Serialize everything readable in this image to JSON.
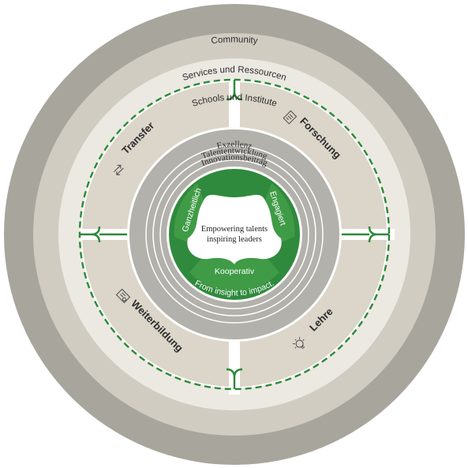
{
  "rings": {
    "community": "Community",
    "services": "Services und Ressourcen",
    "schools": "Schools und Institute"
  },
  "quadrants": {
    "transfer": {
      "label": "Transfer",
      "icon": "transfer-arrows-icon"
    },
    "forschung": {
      "label": "Forschung",
      "icon": "document-icon"
    },
    "weiterbildung": {
      "label": "Weiterbildung",
      "icon": "certificate-icon"
    },
    "lehre": {
      "label": "Lehre",
      "icon": "lightbulb-icon"
    }
  },
  "inner_rings": {
    "exzellenz": "Exzellenz",
    "talent": "Talententwicklung",
    "innovation": "Innovationsbeitrag"
  },
  "values": {
    "ganzheitlich": "Ganzheitlich",
    "engagiert": "Engagiert",
    "kooperativ": "Kooperativ"
  },
  "center": {
    "line1": "Empowering talents",
    "line2": "inspiring leaders"
  },
  "tagline": "From insight to impact.",
  "colors": {
    "outer_ring": "#a8a59d",
    "services_ring": "#d1ccc2",
    "schools_ring": "#ece9e2",
    "quadrant_fill": "#dbd5ca",
    "inner_grey": "#b3b1ab",
    "green_dark": "#2f8a3d",
    "green_light": "#4aa84f",
    "dashed_green": "#2a8a37"
  }
}
